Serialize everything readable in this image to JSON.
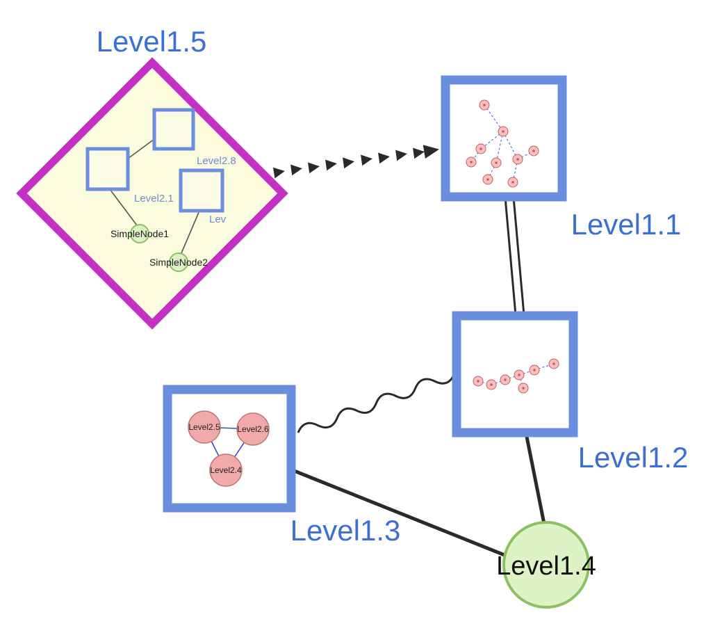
{
  "diagram": {
    "background": "#ffffff",
    "colors": {
      "label_blue": "#3b6fd4",
      "inner_label_blue": "#7589d6",
      "diamond_stroke": "#c42fc4",
      "diamond_fill": "#fbfbdd",
      "square_node_stroke": "#6b8ede",
      "square_node_fill": "#ffffff",
      "inner_square_fill": "#fcfce6",
      "green_node_fill": "#ddf3c6",
      "green_node_stroke": "#8cc063",
      "pink_node_fill": "#f1a9a9",
      "pink_node_stroke": "#bb7777",
      "mini_edge_blue": "#5a6fd0",
      "edge_black": "#2a2a2a",
      "text_black": "#111111"
    },
    "nodes": {
      "level15": {
        "label": "Level1.5",
        "shape": "diamond"
      },
      "level11": {
        "label": "Level1.1",
        "shape": "square"
      },
      "level12": {
        "label": "Level1.2",
        "shape": "square"
      },
      "level13": {
        "label": "Level1.3",
        "shape": "square"
      },
      "level14": {
        "label": "Level1.4",
        "shape": "circle"
      }
    },
    "level15_children": {
      "level28": {
        "label": "Level2.8"
      },
      "level21": {
        "label": "Level2.1"
      },
      "lev": {
        "label": "Lev"
      },
      "simplenode1": {
        "label": "SimpleNode1"
      },
      "simplenode2": {
        "label": "SimpleNode2"
      }
    },
    "level13_children": {
      "level25": {
        "label": "Level2.5"
      },
      "level26": {
        "label": "Level2.6"
      },
      "level24": {
        "label": "Level2.4"
      }
    },
    "edges": [
      {
        "from": "Level1.5",
        "to": "Level1.1",
        "style": "dashed-arrow"
      },
      {
        "from": "Level1.1",
        "to": "Level1.2",
        "style": "double-line"
      },
      {
        "from": "Level1.3",
        "to": "Level1.2",
        "style": "wavy"
      },
      {
        "from": "Level1.3",
        "to": "Level1.4",
        "style": "solid"
      },
      {
        "from": "Level1.2",
        "to": "Level1.4",
        "style": "solid"
      }
    ]
  }
}
